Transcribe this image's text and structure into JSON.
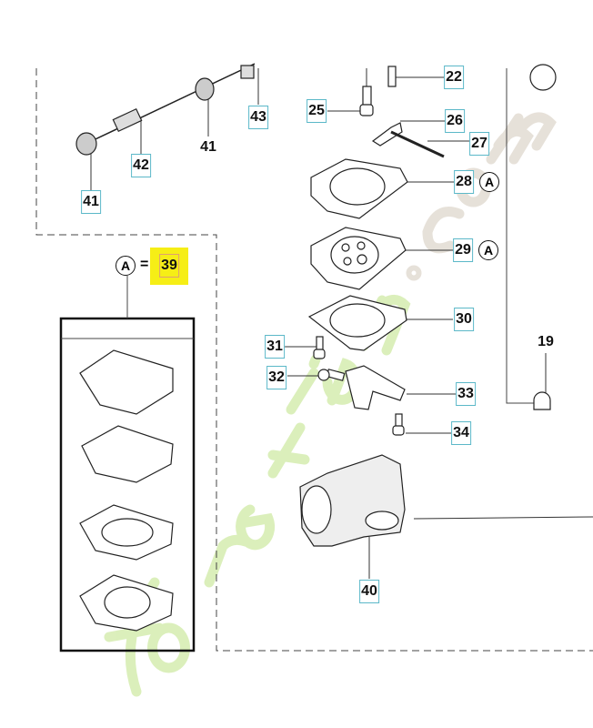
{
  "diagram": {
    "watermark": "foretjardin.com",
    "kit": {
      "ref_letter": "A",
      "equals": "=",
      "part_number": "39"
    },
    "callouts": [
      {
        "id": "22",
        "label": "22"
      },
      {
        "id": "25",
        "label": "25"
      },
      {
        "id": "26",
        "label": "26"
      },
      {
        "id": "27",
        "label": "27"
      },
      {
        "id": "28",
        "label": "28",
        "kit_ref": "A"
      },
      {
        "id": "29",
        "label": "29",
        "kit_ref": "A"
      },
      {
        "id": "30",
        "label": "30"
      },
      {
        "id": "31",
        "label": "31"
      },
      {
        "id": "32",
        "label": "32"
      },
      {
        "id": "33",
        "label": "33"
      },
      {
        "id": "34",
        "label": "34"
      },
      {
        "id": "19",
        "label": "19"
      },
      {
        "id": "40",
        "label": "40"
      },
      {
        "id": "41a",
        "label": "41"
      },
      {
        "id": "41b",
        "label": "41"
      },
      {
        "id": "42",
        "label": "42"
      },
      {
        "id": "43",
        "label": "43"
      }
    ],
    "colors": {
      "highlight": "#f6ee16",
      "callout_border": "#5bb8c8",
      "watermark_green": "#b9e07a",
      "watermark_tan": "#cfc4b4"
    }
  }
}
